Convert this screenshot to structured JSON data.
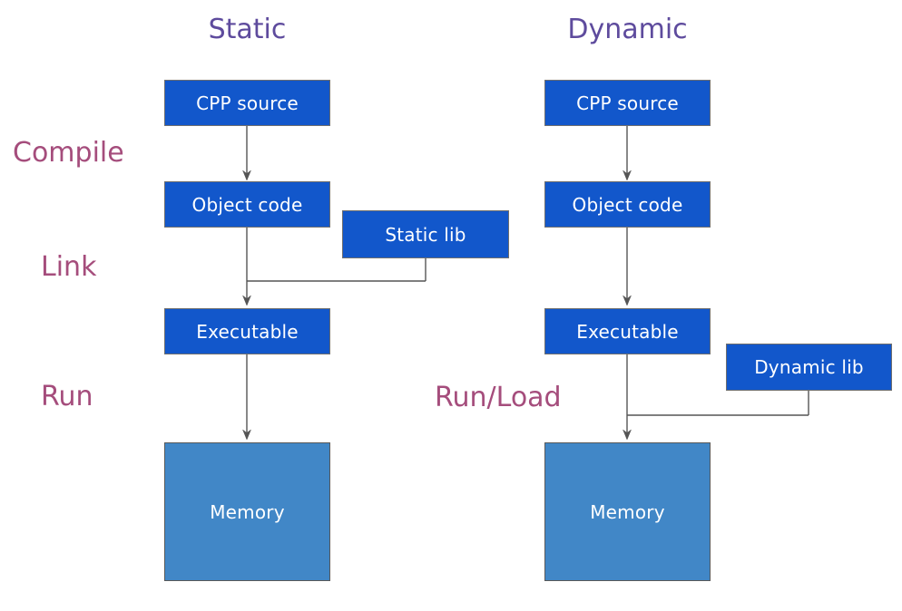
{
  "titles": {
    "static": "Static",
    "dynamic": "Dynamic"
  },
  "stages": {
    "compile": "Compile",
    "link": "Link",
    "run": "Run",
    "run_load": "Run/Load"
  },
  "static_column": {
    "cpp_source": "CPP source",
    "object_code": "Object code",
    "lib": "Static lib",
    "executable": "Executable",
    "memory": "Memory"
  },
  "dynamic_column": {
    "cpp_source": "CPP source",
    "object_code": "Object code",
    "lib": "Dynamic lib",
    "executable": "Executable",
    "memory": "Memory"
  },
  "colors": {
    "box_blue": "#1257cb",
    "memory_blue": "#4187c7",
    "box_text": "#ffffff",
    "title_purple": "#5e4b9d",
    "stage_pink": "#a54d7c",
    "arrow_gray": "#555555",
    "border_gray": "#6e6e6e",
    "memory_border": "#595959",
    "background": "#ffffff"
  }
}
